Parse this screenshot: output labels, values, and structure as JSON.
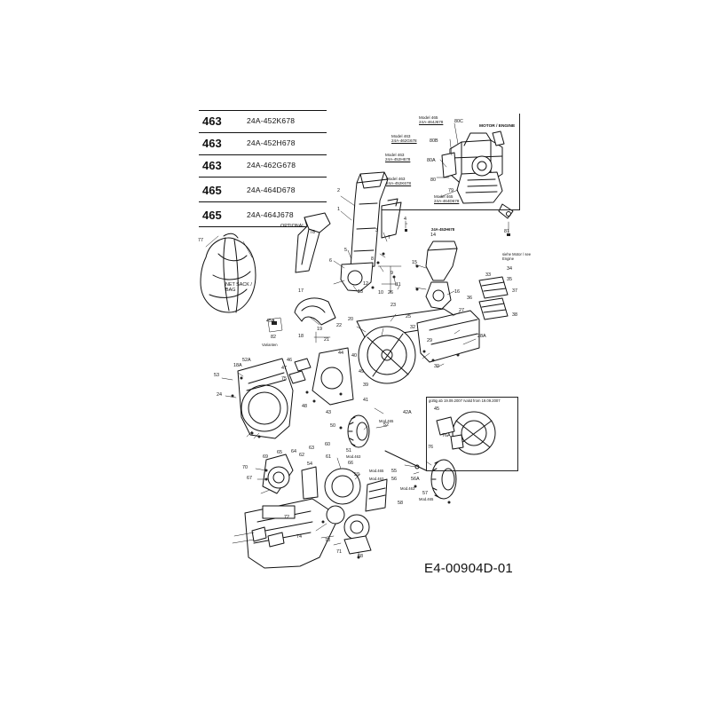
{
  "models": [
    {
      "number": "463",
      "part": "24A-452K678"
    },
    {
      "number": "463",
      "part": "24A-452H678"
    },
    {
      "number": "463",
      "part": "24A-462G678"
    },
    {
      "number": "465",
      "part": "24A-464D678"
    },
    {
      "number": "465",
      "part": "24A-464J678"
    }
  ],
  "engine": {
    "title": "MOTOR / ENGINE",
    "variants": [
      {
        "model": "Model 465",
        "part": "24A-464J678",
        "ref": "80C"
      },
      {
        "model": "Model 463",
        "part": "24A-462G678",
        "ref": "80B"
      },
      {
        "model": "Model 463",
        "part": "24A-452H678",
        "ref": "80A"
      },
      {
        "model": "Model 463",
        "part": "24A-452K678",
        "ref": "80"
      },
      {
        "model": "Model 465",
        "part": "24A-464D678",
        "ref": "79"
      }
    ]
  },
  "notes": {
    "optional": "OPTIONAL",
    "net_sack": "NET SACK / BAG",
    "see_engine": "siehe Motor / see Engine",
    "variants": "Varianten",
    "hopper_model": "24A-452H678",
    "validity": "gültig ab 19.09.2007 /valid from 19.09.2007"
  },
  "callouts": {
    "engine_area": [
      "80C",
      "80B",
      "80A",
      "80",
      "79",
      "81",
      "4"
    ],
    "hopper": [
      "2",
      "1",
      "3",
      "7",
      "5",
      "6",
      "8",
      "9",
      "10",
      "11",
      "12",
      "13",
      "14",
      "15",
      "16",
      "78",
      "77"
    ],
    "chipper": [
      "17",
      "18",
      "19",
      "20",
      "21",
      "22",
      "23",
      "25",
      "27",
      "28",
      "28A",
      "29",
      "30",
      "32",
      "33",
      "34",
      "35",
      "36",
      "37",
      "38",
      "39",
      "40",
      "41",
      "42A",
      "43",
      "44",
      "45",
      "46",
      "47",
      "48",
      "49",
      "50",
      "51",
      "52",
      "52A",
      "53",
      "54",
      "55",
      "56",
      "56A",
      "57",
      "58",
      "59",
      "60",
      "61",
      "62",
      "63",
      "64",
      "65",
      "66",
      "67",
      "68",
      "69",
      "70",
      "71",
      "72",
      "73",
      "74",
      "75",
      "76",
      "76A",
      "45A",
      "82",
      "18A",
      "24",
      "26",
      "83"
    ],
    "model_refs": [
      "Mod.465",
      "Mod.463",
      "Mod.465",
      "Mod.463",
      "Mod.463",
      "Mod.465"
    ]
  },
  "drawing_code": "E4-00904D-01"
}
